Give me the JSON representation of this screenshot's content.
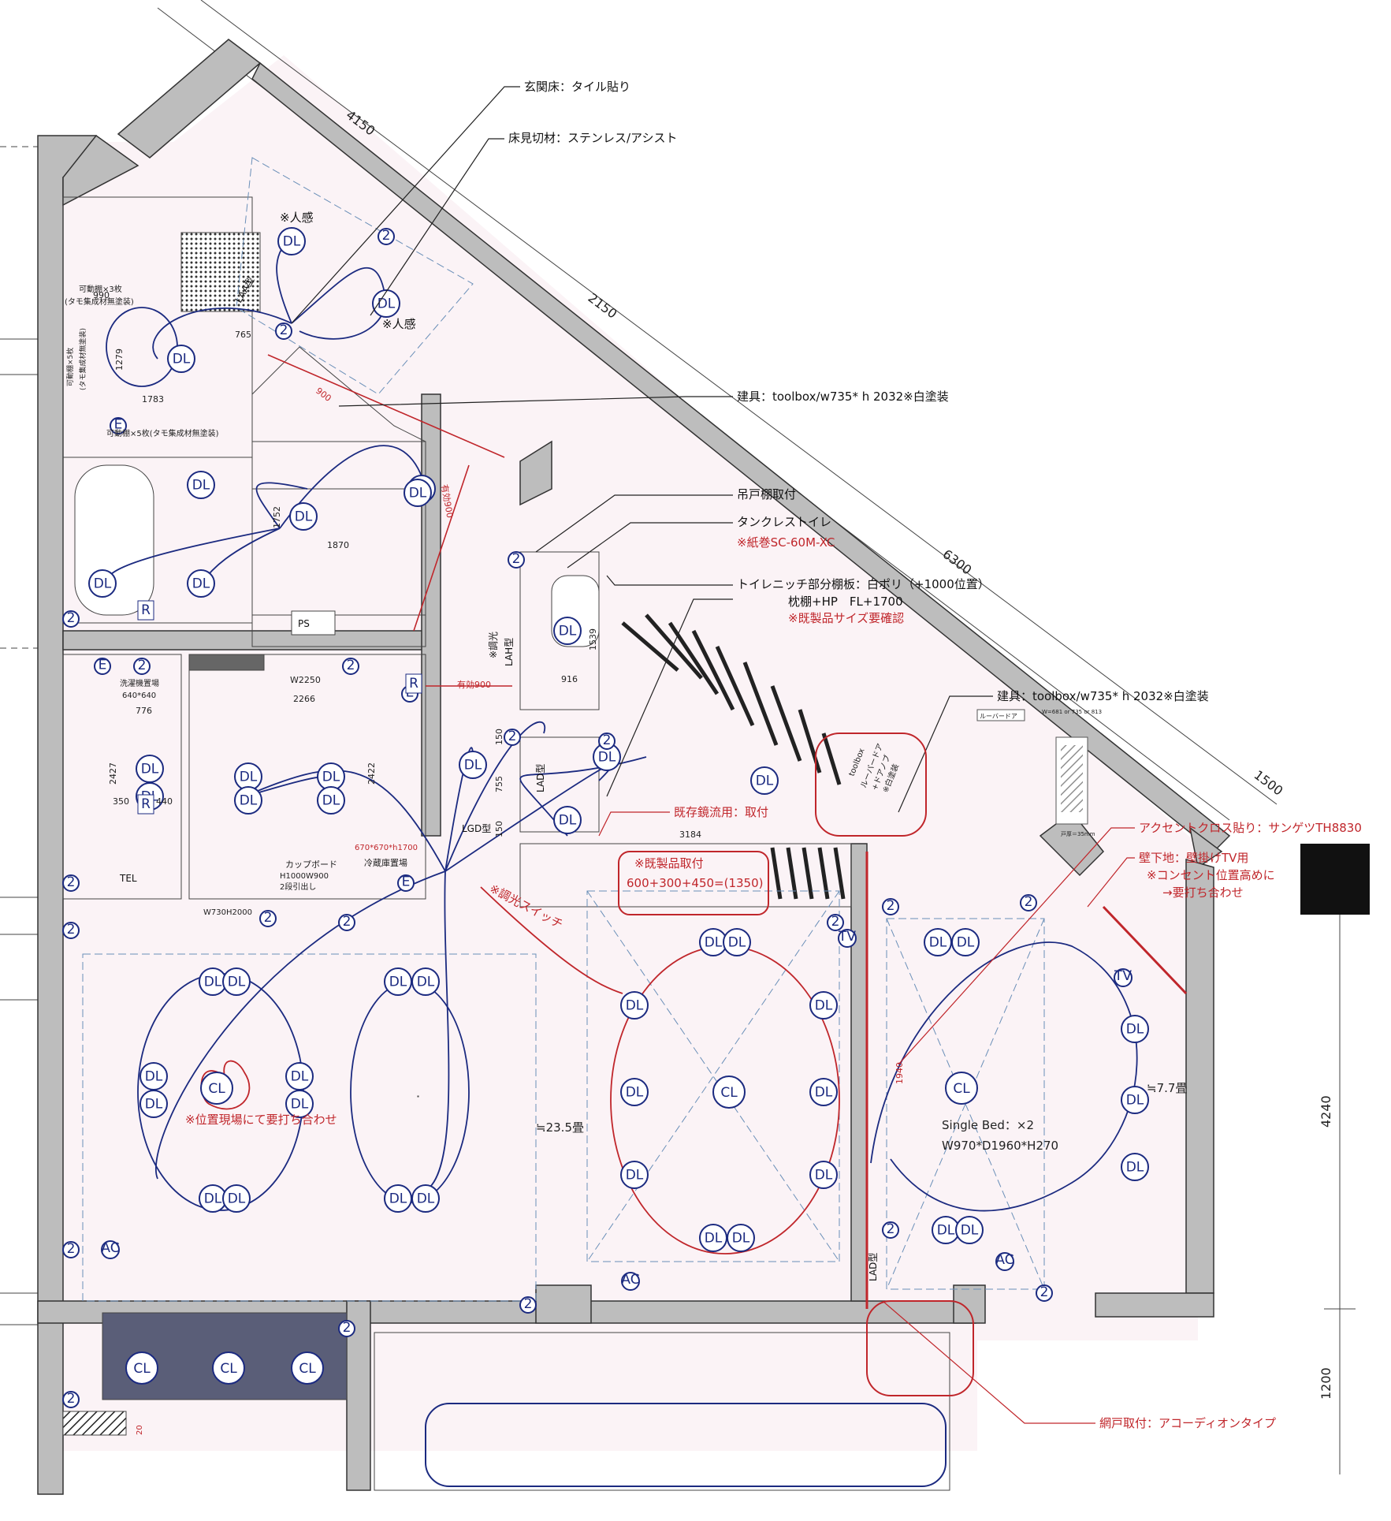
{
  "callouts": {
    "entrance_floor": "玄関床：タイル貼り",
    "threshold": "床見切材：ステンレス/アシスト",
    "door_toolbox_1": "建具：toolbox/w735* h 2032※白塗装",
    "hanging_shelf": "吊戸棚取付",
    "tankless_toilet": "タンクレストイレ",
    "paper_holder": "※紙巻SC-60M-XC",
    "toilet_niche": "トイレニッチ部分棚板：白ポリ（+1000位置）",
    "pillow_shelf": "枕棚+HP　FL+1700",
    "check_size": "※既製品サイズ要確認",
    "door_toolbox_2": "建具：toolbox/w735* h 2032※白塗装",
    "accent_cloth": "アクセントクロス貼り：サンゲツTH8830",
    "tv_wall_1": "壁下地：壁掛けTV用",
    "tv_wall_2": "※コンセント位置高めに",
    "tv_wall_3": "→要打ち合わせ",
    "mirror": "既存鏡流用：取付",
    "stock_install_1": "※既製品取付",
    "stock_install_2": "600+300+450=(1350)",
    "dimmer": "※調光スイッチ",
    "ceiling_position": "※位置現場にて要打ち合わせ",
    "screen_door": "網戸取付：アコーディオンタイプ",
    "human_sensor_1": "※人感",
    "human_sensor_2": "※人感"
  },
  "dimensions": {
    "d4150": "4150",
    "d2150": "2150",
    "d6300": "6300",
    "d1500": "1500",
    "d4240": "4240",
    "d1200": "1200",
    "d990": "990",
    "d1279": "1279",
    "d1783": "1783",
    "d765": "765",
    "d900": "900",
    "d1752": "1752",
    "d1870": "1870",
    "d2250": "W2250",
    "d2266": "2266",
    "d2427": "2427",
    "d2422": "2422",
    "d3184": "3184",
    "d1539": "1539",
    "d916": "916",
    "d755": "755",
    "d150a": "150",
    "d150b": "150",
    "d1940": "1940",
    "d350": "350",
    "d440": "440",
    "d776": "776",
    "d20": "20",
    "eff900": "有効900",
    "eff900b": "有効900"
  },
  "rooms": {
    "ldk": "≒23.5畳",
    "bedroom": "≒7.7畳",
    "bed_1": "Single Bed：×2",
    "bed_2": "W970*D1960*H270",
    "ps": "PS",
    "washer_1": "洗濯機置場",
    "washer_2": "640*640",
    "cupboard_1": "カップボード",
    "cupboard_2": "H1000W900",
    "cupboard_3": "2段引出し",
    "fridge_1": "670*670*h1700",
    "fridge_2": "冷蔵庫置場",
    "shelf_1": "可動棚×3枚",
    "shelf_2": "(タモ集成材無塗装)",
    "shelf_3": "可動棚×5枚",
    "shelf_4": "(タモ集成材無塗装)",
    "shelf_5": "可動棚×5枚(タモ集成材無塗装)",
    "w730": "W730H2000",
    "louver": "ルーバードア",
    "toolbox_tag": "toolbox",
    "door_tag_1": "ルーバードア",
    "door_tag_2": "+ドアノブ",
    "door_tag_3": "※白塗装",
    "spec_w": "W=681 or 735 or 813",
    "spec_t": "戸厚＝35mm"
  },
  "fixtures": {
    "dl": "DL",
    "cl": "CL",
    "ac": "AC",
    "tv": "TV",
    "tel": "TEL",
    "r": "R",
    "e": "E",
    "two": "2",
    "ps_tag": "PS",
    "lad": "LAD型",
    "laa": "LAA型",
    "lah": "LAH型",
    "lgd": "LGD型",
    "lad2": "LAD型",
    "dimmer_tag": "※調光"
  }
}
